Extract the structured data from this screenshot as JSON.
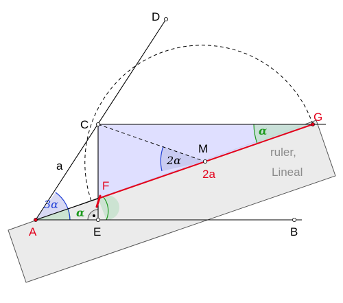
{
  "colors": {
    "red": "#e3001b",
    "blue": "#1f3fd6",
    "green": "#1e9a1e",
    "triangle_fill": "#dcdcff",
    "ruler_fill": "#ebebeb",
    "label_gray": "#8c8c8c"
  },
  "points": {
    "A": "A",
    "B": "B",
    "C": "C",
    "D": "D",
    "E": "E",
    "F": "F",
    "G": "G",
    "M": "M"
  },
  "segments": {
    "AC": "a",
    "FG": "2a"
  },
  "angles": {
    "at_A_total": "3α",
    "at_A_small": "α",
    "at_M": "2α",
    "at_G": "α",
    "right_angle_dot": "·"
  },
  "ruler": {
    "line1": "ruler,",
    "line2": "Lineal"
  }
}
